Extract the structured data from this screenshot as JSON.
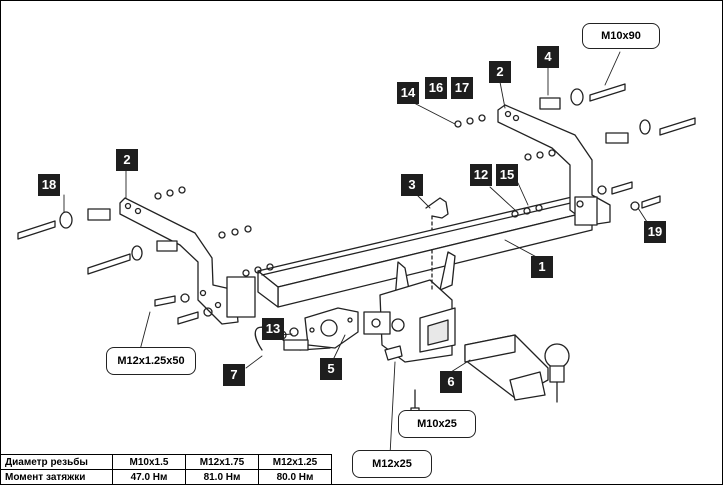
{
  "parts": [
    "1",
    "2",
    "2",
    "3",
    "4",
    "5",
    "6",
    "7",
    "12",
    "13",
    "14",
    "15",
    "16",
    "17",
    "18",
    "19"
  ],
  "callouts": {
    "m10x90": "M10x90",
    "m12x125x50": "M12x1.25x50",
    "m10x25": "M10x25",
    "m12x25": "M12x25"
  },
  "torque_table": {
    "row1_header": "Диаметр резьбы",
    "row2_header": "Момент затяжки",
    "threads": [
      "M10x1.5",
      "M12x1.75",
      "M12x1.25"
    ],
    "torques": [
      "47.0 Нм",
      "81.0 Нм",
      "80.0 Нм"
    ]
  }
}
